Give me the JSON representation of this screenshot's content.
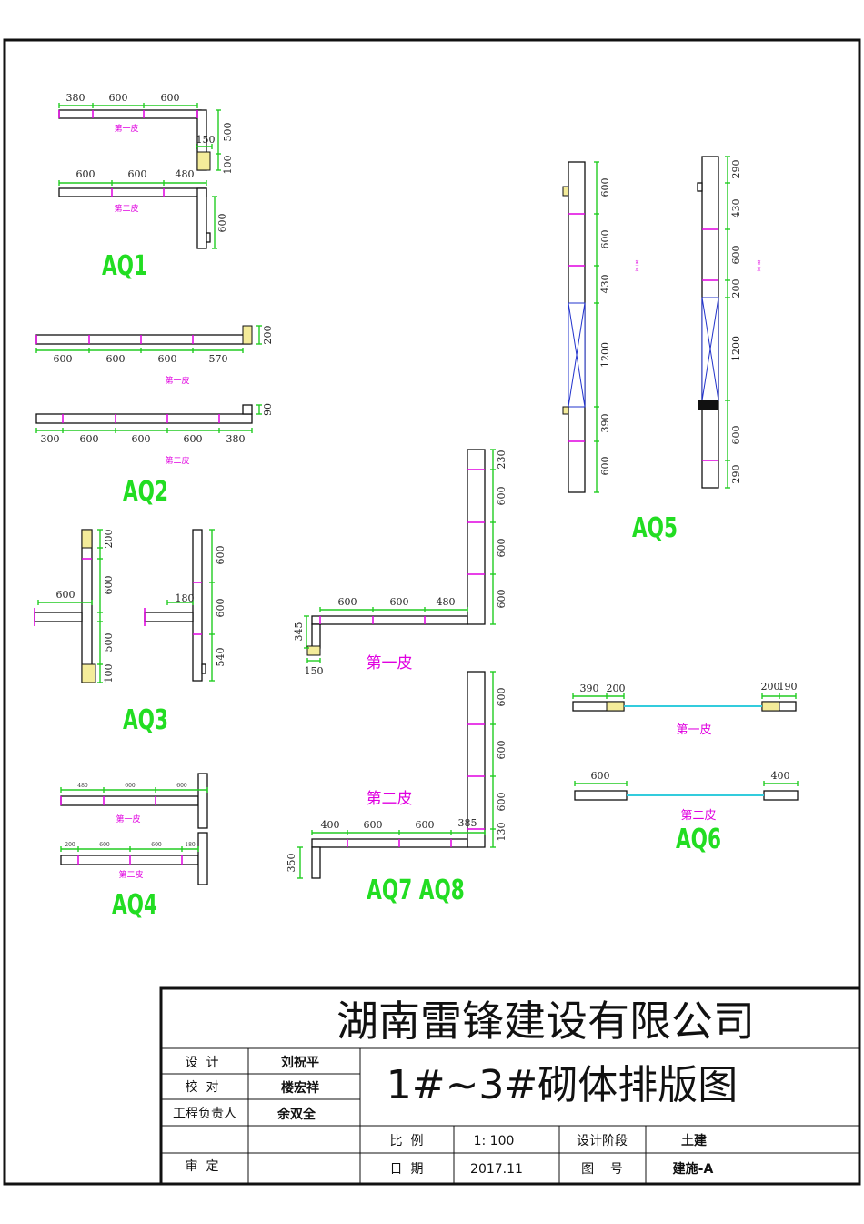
{
  "drawings": {
    "AQ1": {
      "title": "AQ1",
      "course_1": "第一皮",
      "course_2": "第二皮",
      "dims": [
        "380",
        "600",
        "600",
        "500",
        "150",
        "100",
        "600",
        "600",
        "480",
        "600"
      ]
    },
    "AQ2": {
      "title": "AQ2",
      "course_1": "第一皮",
      "course_2": "第二皮",
      "dims": [
        "600",
        "600",
        "600",
        "570",
        "200",
        "300",
        "600",
        "600",
        "600",
        "380",
        "90"
      ]
    },
    "AQ3": {
      "title": "AQ3",
      "dims": [
        "600",
        "200",
        "600",
        "500",
        "100",
        "180",
        "600",
        "600",
        "540"
      ]
    },
    "AQ4": {
      "title": "AQ4",
      "course_1": "第一皮",
      "course_2": "第二皮",
      "dims": [
        "480",
        "600",
        "600",
        "200",
        "600",
        "600",
        "180"
      ]
    },
    "AQ5": {
      "title": "AQ5",
      "course_1": "第一皮",
      "course_2": "第二皮",
      "dims_left": [
        "600",
        "600",
        "430",
        "1200",
        "390",
        "600"
      ],
      "dims_right": [
        "290",
        "430",
        "600",
        "200",
        "1200",
        "600",
        "290"
      ]
    },
    "AQ6": {
      "title": "AQ6",
      "course_1": "第一皮",
      "course_2": "第二皮",
      "dims": [
        "390",
        "200",
        "200",
        "190",
        "600",
        "400"
      ]
    },
    "AQ7_AQ8": {
      "title": "AQ7 AQ8",
      "course_1": "第一皮",
      "course_2": "第二皮",
      "dims_1": [
        "600",
        "600",
        "480",
        "230",
        "600",
        "600",
        "600",
        "345",
        "150"
      ],
      "dims_2": [
        "400",
        "600",
        "600",
        "385",
        "600",
        "600",
        "600",
        "130",
        "350"
      ]
    }
  },
  "title_block": {
    "company": "湖南雷锋建设有限公司",
    "drawing_title": "1#~3#砌体排版图",
    "design_label": "设  计",
    "design_name": "刘祝平",
    "check_label": "校  对",
    "check_name": "楼宏祥",
    "manager_label": "工程负责人",
    "manager_name": "余双全",
    "approve_label": "审  定",
    "scale_label": "比  例",
    "scale_value": "1: 100",
    "stage_label": "设计阶段",
    "stage_value": "土建",
    "date_label": "日  期",
    "date_value": "2017.11",
    "number_label": "图    号",
    "number_value": "建施-A"
  }
}
